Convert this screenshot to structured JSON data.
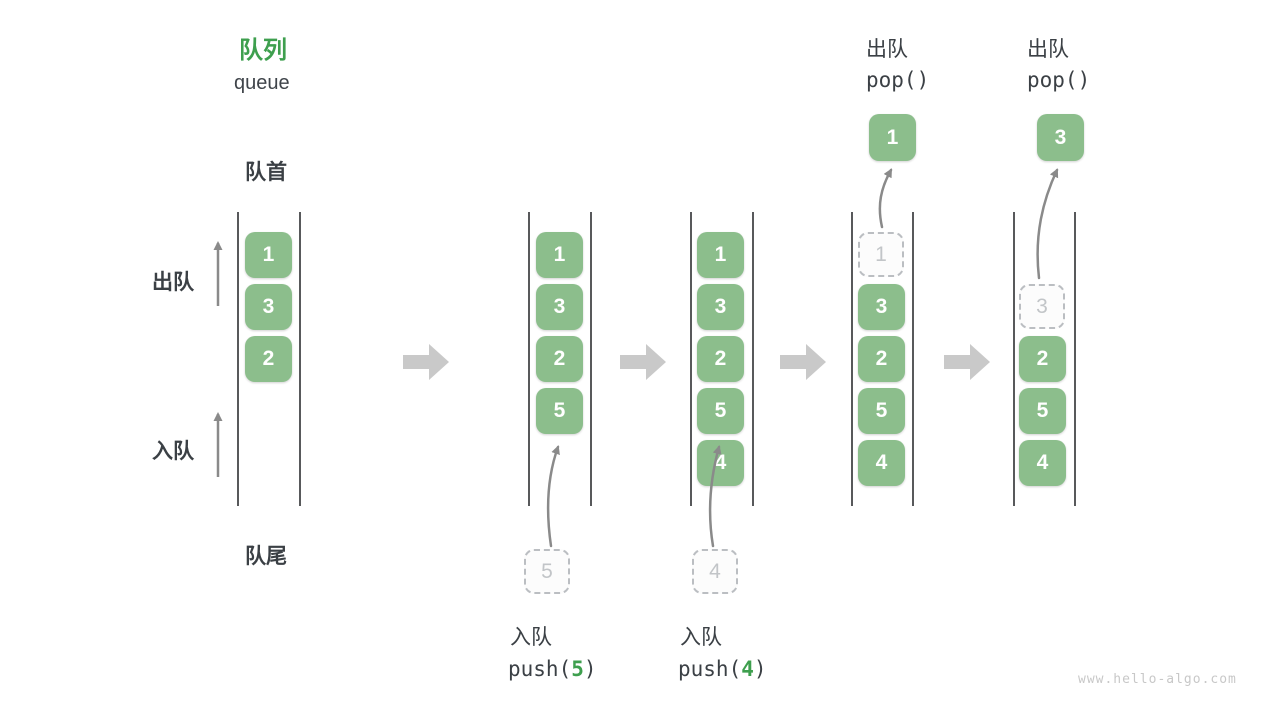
{
  "title": {
    "zh": "队列",
    "en": "queue"
  },
  "labels": {
    "front": "队首",
    "rear": "队尾",
    "dequeue_side": "出队",
    "enqueue_side": "入队"
  },
  "columns": [
    {
      "boxes": [
        "1",
        "3",
        "2"
      ]
    },
    {
      "boxes": [
        "1",
        "3",
        "2",
        "5"
      ]
    },
    {
      "boxes": [
        "1",
        "3",
        "2",
        "5",
        "4"
      ]
    },
    {
      "ghost": "1",
      "boxes": [
        "3",
        "2",
        "5",
        "4"
      ],
      "popped": "1"
    },
    {
      "ghost": "3",
      "boxes": [
        "2",
        "5",
        "4"
      ],
      "popped": "3"
    }
  ],
  "ops": {
    "push5": {
      "label": "入队",
      "code_pre": "push(",
      "arg": "5",
      "code_post": ")",
      "incoming": "5"
    },
    "push4": {
      "label": "入队",
      "code_pre": "push(",
      "arg": "4",
      "code_post": ")",
      "incoming": "4"
    },
    "pop1": {
      "label": "出队",
      "code": "pop()"
    },
    "pop2": {
      "label": "出队",
      "code": "pop()"
    }
  },
  "watermark": "www.hello-algo.com",
  "colors": {
    "item_green": "#8cbe8c",
    "accent_green": "#3e9f4e",
    "text_dark": "#3b4045",
    "arrow_gray": "#8a8a8a",
    "block_arrow_gray": "#c9c9c9"
  }
}
